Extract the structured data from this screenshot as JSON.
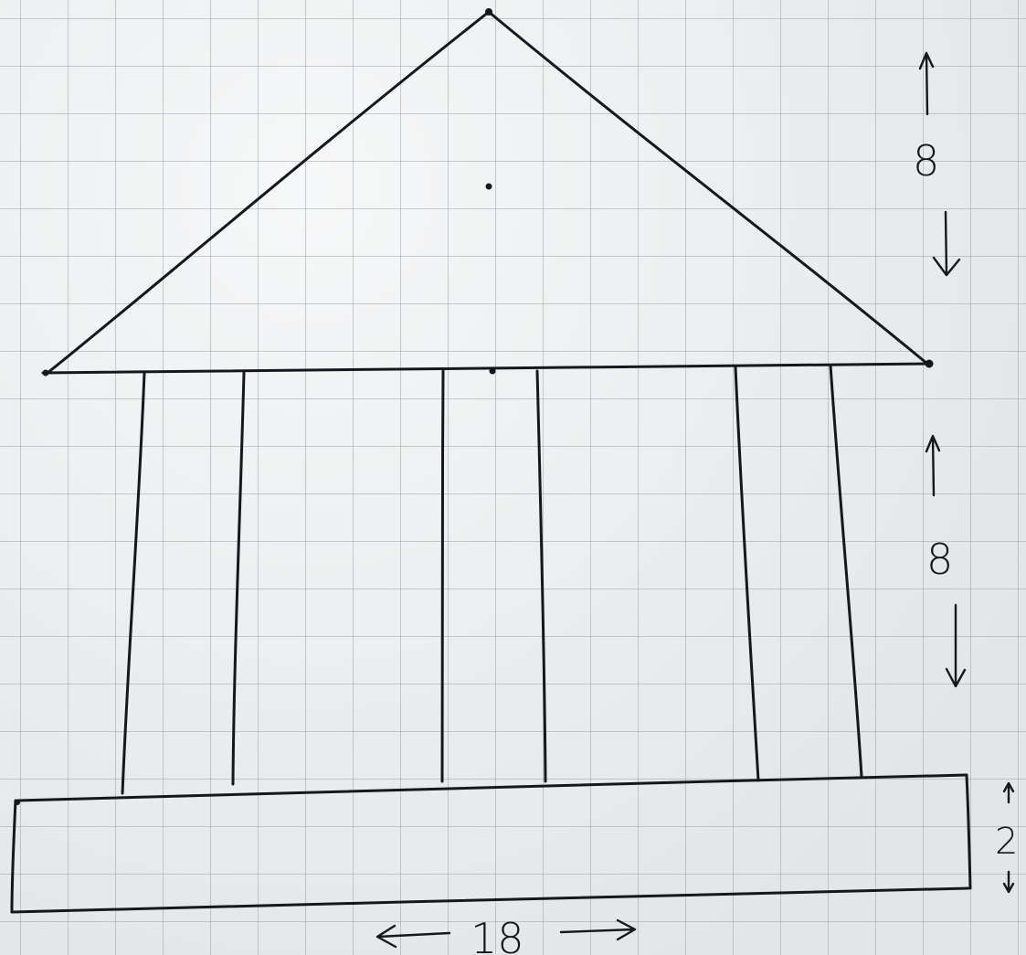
{
  "diagram": {
    "roof_height_label": "8",
    "column_height_label": "8",
    "base_height_label": "2",
    "base_width_label": "18",
    "ink_color": "#14181c",
    "paper_color": "#eceeef",
    "grid_color": "#8c96a0"
  }
}
